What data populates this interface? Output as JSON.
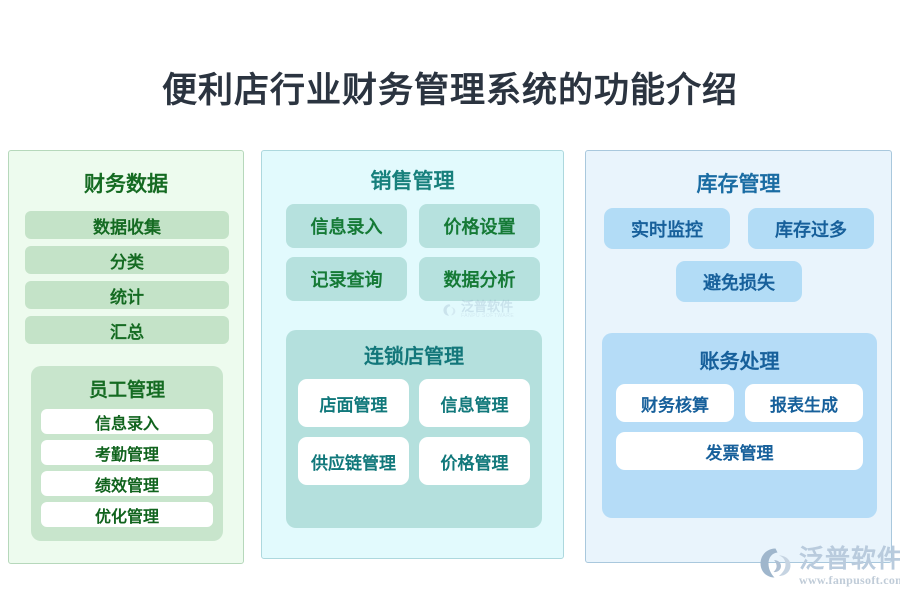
{
  "page": {
    "title": "便利店行业财务管理系统的功能介绍"
  },
  "colors": {
    "green_panel_bg": "#edfbee",
    "green_panel_border": "#b6d8bb",
    "green_pill_bg": "#c4e3c8",
    "green_text": "#156b22",
    "cyan_panel_bg": "#e2fafd",
    "cyan_panel_border": "#add8de",
    "cyan_pill_bg": "#b6e1de",
    "cyan_text": "#17807c",
    "blue_panel_bg": "#e9f4fc",
    "blue_panel_border": "#a9c8dd",
    "blue_pill_bg": "#b2dcf6",
    "blue_text": "#17609b",
    "title_text": "#2b3440",
    "white_pill_bg": "#ffffff"
  },
  "columns": {
    "finance": {
      "header": "财务数据",
      "items": [
        {
          "label": "数据收集"
        },
        {
          "label": "分类"
        },
        {
          "label": "统计"
        },
        {
          "label": "汇总"
        }
      ],
      "sub": {
        "header": "员工管理",
        "items": [
          {
            "label": "信息录入"
          },
          {
            "label": "考勤管理"
          },
          {
            "label": "绩效管理"
          },
          {
            "label": "优化管理"
          }
        ]
      }
    },
    "sales": {
      "header": "销售管理",
      "items": [
        {
          "label": "信息录入"
        },
        {
          "label": "价格设置"
        },
        {
          "label": "记录查询"
        },
        {
          "label": "数据分析"
        }
      ],
      "sub": {
        "header": "连锁店管理",
        "items": [
          {
            "label": "店面管理"
          },
          {
            "label": "信息管理"
          },
          {
            "label": "供应链管理"
          },
          {
            "label": "价格管理"
          }
        ]
      }
    },
    "inventory": {
      "header": "库存管理",
      "items": [
        {
          "label": "实时监控"
        },
        {
          "label": "库存过多"
        },
        {
          "label": "避免损失"
        }
      ],
      "sub": {
        "header": "账务处理",
        "items": [
          {
            "label": "财务核算"
          },
          {
            "label": "报表生成"
          },
          {
            "label": "发票管理"
          }
        ]
      }
    }
  },
  "branding": {
    "logo_name": "泛普软件",
    "logo_url": "www.fanpusoft.com",
    "watermark_name": "泛普软件",
    "watermark_sub": "FANPU SOFTWARE"
  }
}
